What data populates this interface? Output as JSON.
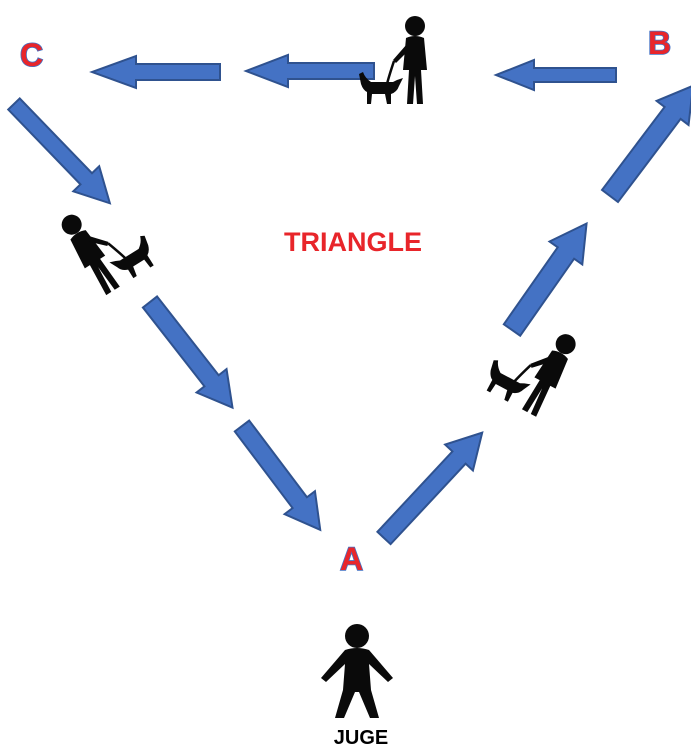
{
  "diagram": {
    "title": "TRIANGLE",
    "points": {
      "a": "A",
      "b": "B",
      "c": "C"
    },
    "judge_label": "JUGE",
    "colors": {
      "arrow": "#4472c4",
      "label": "#e8252a",
      "silhouette": "#0a0a0a"
    },
    "icons": [
      "person-walking-dog-icon",
      "person-walking-dog-icon",
      "person-walking-dog-icon",
      "judge-person-icon"
    ]
  }
}
